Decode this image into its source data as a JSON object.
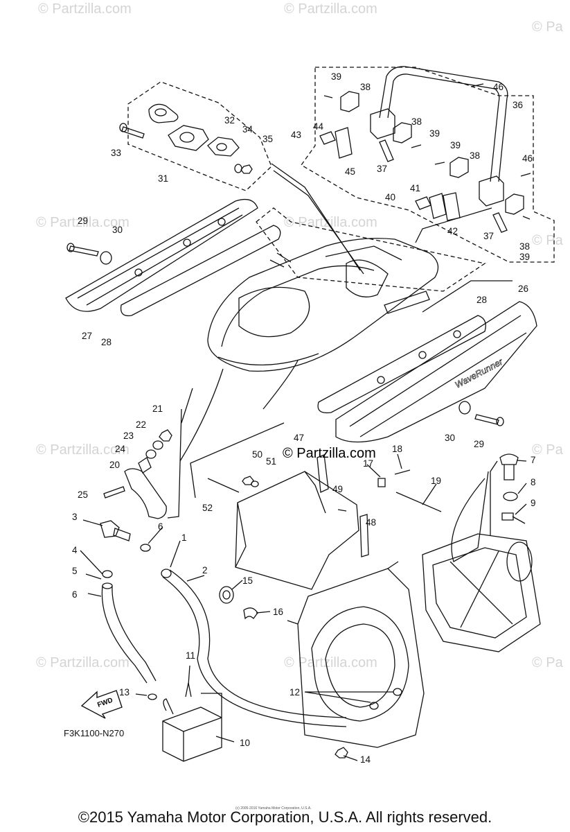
{
  "watermark": "© Partzilla.com",
  "watermark_short": "© Pa",
  "center_watermark": "© Partzilla.com",
  "part_labels": [
    "1",
    "2",
    "3",
    "4",
    "5",
    "6",
    "6",
    "7",
    "8",
    "9",
    "10",
    "11",
    "12",
    "13",
    "14",
    "15",
    "16",
    "17",
    "18",
    "19",
    "20",
    "21",
    "22",
    "23",
    "24",
    "25",
    "26",
    "27",
    "28",
    "28",
    "29",
    "29",
    "30",
    "30",
    "31",
    "32",
    "33",
    "34",
    "35",
    "36",
    "37",
    "37",
    "38",
    "38",
    "38",
    "38",
    "39",
    "39",
    "39",
    "39",
    "40",
    "41",
    "42",
    "43",
    "44",
    "45",
    "46",
    "46",
    "47",
    "48",
    "49",
    "50",
    "51",
    "52"
  ],
  "fwd_label": "FWD",
  "brand_text": "WaveRunner",
  "diagram_code": "F3K1100-N270",
  "mini_copyright": "(c) 2005-2016 Yamaha Motor Corporation, U.S.A.",
  "copyright": "©2015 Yamaha Motor Corporation, U.S.A. All rights reserved.",
  "colors": {
    "line": "#111111",
    "watermark": "#d4d4d4",
    "background": "#ffffff"
  }
}
